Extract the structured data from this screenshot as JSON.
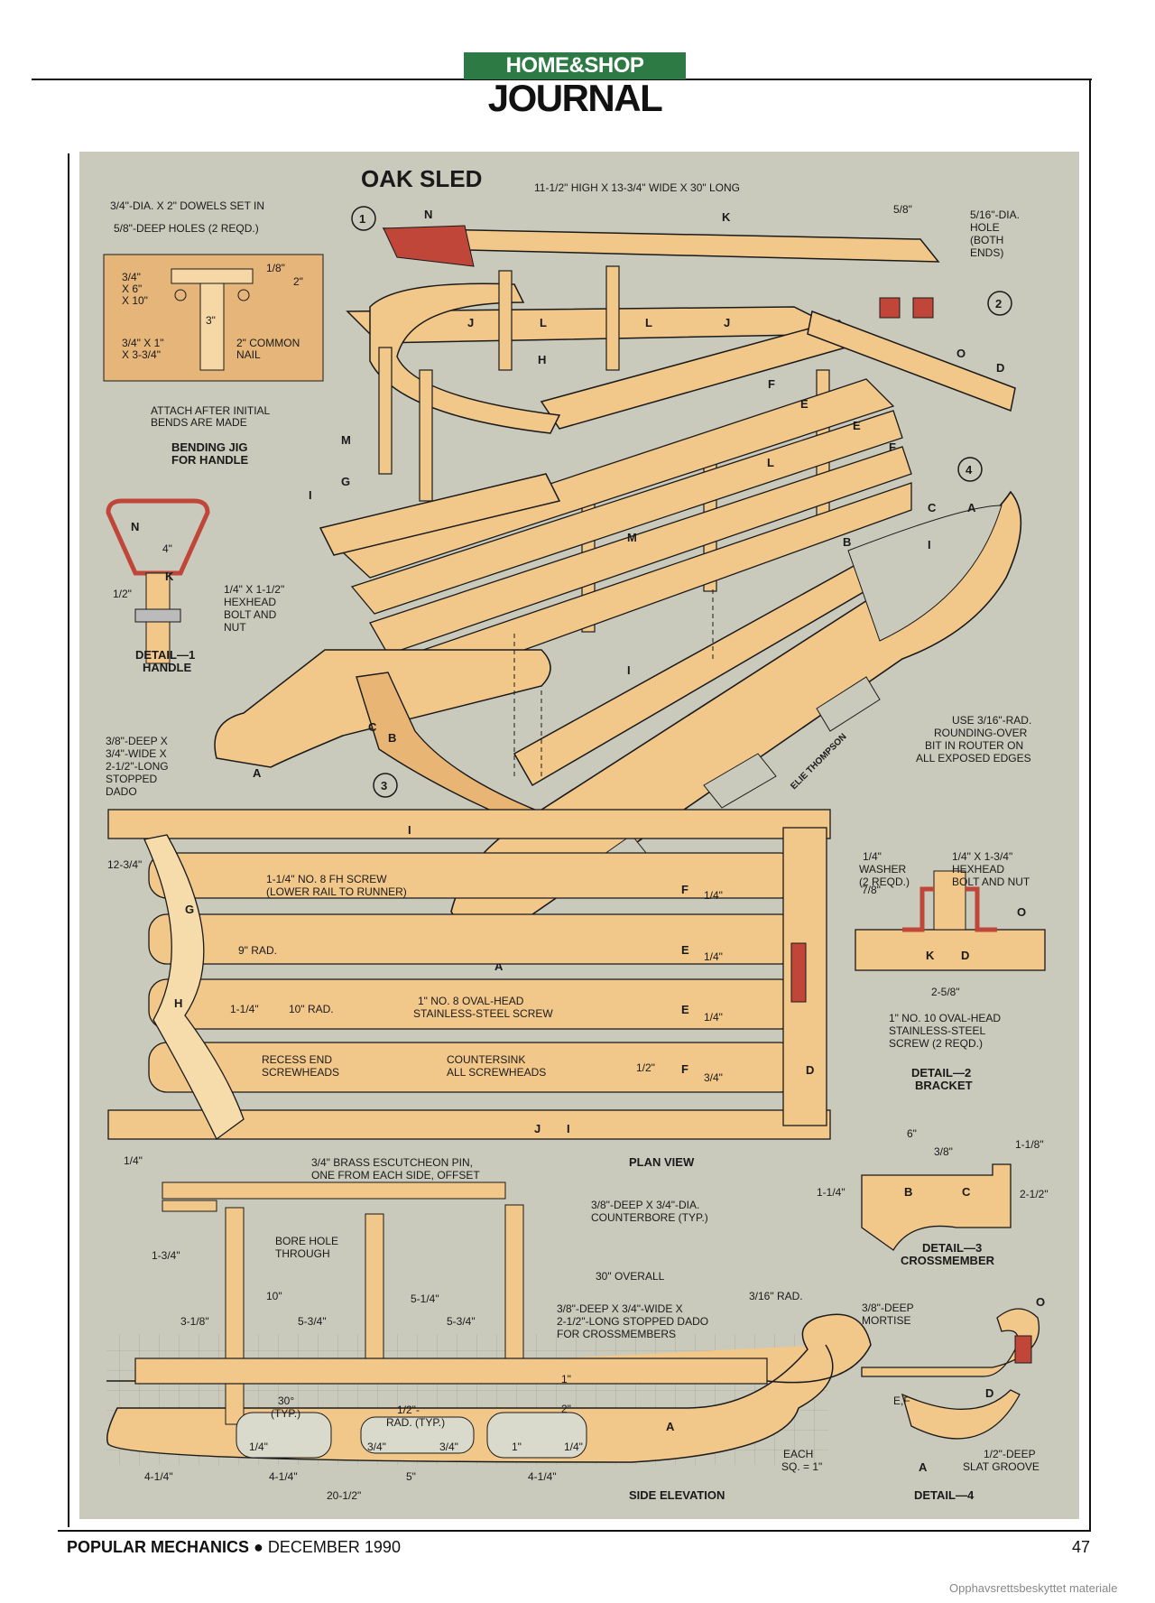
{
  "header": {
    "brand_top": "HOME&SHOP",
    "brand_bottom": "JOURNAL"
  },
  "plate": {
    "title": "OAK SLED",
    "dimensions": "11-1/2\" HIGH X 13-3/4\" WIDE X 30\" LONG",
    "artist": "ELIE THOMPSON"
  },
  "callouts": {
    "c1": "1",
    "c2": "2",
    "c3": "3",
    "c4": "4"
  },
  "notes": {
    "dowels": "3/4\"-DIA. X 2\" DOWELS SET IN",
    "dowels2": "5/8\"-DEEP HOLES (2 REQD.)",
    "hole": "5/16\"-DIA.",
    "hole2": "HOLE",
    "hole3": "(BOTH",
    "hole4": "ENDS)",
    "hole_off": "5/8\"",
    "attach": "ATTACH AFTER INITIAL",
    "attach2": "BENDS ARE MADE",
    "jig_title": "BENDING JIG",
    "jig_title2": "FOR HANDLE",
    "jig_a": "3/4\"",
    "jig_a2": "X 6\"",
    "jig_a3": "X 10\"",
    "jig_b": "3/4\" X 1\"",
    "jig_b2": "X 3-3/4\"",
    "jig_18": "1/8\"",
    "jig_2": "2\"",
    "jig_3": "3\"",
    "jig_nail": "2\" COMMON",
    "jig_nail2": "NAIL",
    "d1_4": "4\"",
    "d1_12": "1/2\"",
    "d1_bolt": "1/4\" X 1-1/2\"",
    "d1_bolt2": "HEXHEAD",
    "d1_bolt3": "BOLT AND",
    "d1_bolt4": "NUT",
    "d1_title": "DETAIL—1",
    "d1_title2": "HANDLE",
    "dado": "3/8\"-DEEP X",
    "dado2": "3/4\"-WIDE X",
    "dado3": "2-1/2\"-LONG",
    "dado4": "STOPPED",
    "dado5": "DADO",
    "router": "USE 3/16\"-RAD.",
    "router2": "ROUNDING-OVER",
    "router3": "BIT IN ROUTER ON",
    "router4": "ALL EXPOSED EDGES",
    "d2_washer": "1/4\"",
    "d2_washer2": "WASHER",
    "d2_washer3": "(2 REQD.)",
    "d2_bolt": "1/4\" X 1-3/4\"",
    "d2_bolt2": "HEXHEAD",
    "d2_bolt3": "BOLT AND NUT",
    "d2_78": "7/8\"",
    "d2_258": "2-5/8\"",
    "d2_screw": "1\" NO. 10 OVAL-HEAD",
    "d2_screw2": "STAINLESS-STEEL",
    "d2_screw3": "SCREW (2 REQD.)",
    "d2_title": "DETAIL—2",
    "d2_title2": "BRACKET",
    "pv_1234": "12-3/4\"",
    "pv_fh": "1-1/4\" NO. 8 FH SCREW",
    "pv_fh2": "(LOWER RAIL TO RUNNER)",
    "pv_9rad": "9\" RAD.",
    "pv_114": "1-1/4\"",
    "pv_10rad": "10\" RAD.",
    "pv_oval": "1\" NO. 8 OVAL-HEAD",
    "pv_oval2": "STAINLESS-STEEL SCREW",
    "pv_recess": "RECESS END",
    "pv_recess2": "SCREWHEADS",
    "pv_csk": "COUNTERSINK",
    "pv_csk2": "ALL SCREWHEADS",
    "pv_14a": "1/4\"",
    "pv_14b": "1/4\"",
    "pv_14c": "1/4\"",
    "pv_12": "1/2\"",
    "pv_34": "3/4\"",
    "pv_14d": "1/4\"",
    "pv_pin": "3/4\" BRASS ESCUTCHEON PIN,",
    "pv_pin2": "ONE FROM EACH SIDE, OFFSET",
    "pv_title": "PLAN VIEW",
    "d3_6": "6\"",
    "d3_38": "3/8\"",
    "d3_118": "1-1/8\"",
    "d3_114": "1-1/4\"",
    "d3_212": "2-1/2\"",
    "d3_title": "DETAIL—3",
    "d3_title2": "CROSSMEMBER",
    "se_cb": "3/8\"-DEEP X 3/4\"-DIA.",
    "se_cb2": "COUNTERBORE (TYP.)",
    "se_bore": "BORE HOLE",
    "se_bore2": "THROUGH",
    "se_134": "1-3/4\"",
    "se_30": "30\" OVERALL",
    "se_10": "10\"",
    "se_514": "5-1/4\"",
    "se_318": "3-1/8\"",
    "se_534a": "5-3/4\"",
    "se_534b": "5-3/4\"",
    "se_dado": "3/8\"-DEEP X 3/4\"-WIDE X",
    "se_dado2": "2-1/2\"-LONG STOPPED DADO",
    "se_dado3": "FOR CROSSMEMBERS",
    "se_316": "3/16\" RAD.",
    "se_mortise": "3/8\"-DEEP",
    "se_mortise2": "MORTISE",
    "se_30deg": "30°",
    "se_30deg2": "(TYP.)",
    "se_12rad": "1/2\"-",
    "se_12rad2": "RAD. (TYP.)",
    "se_1": "1\"",
    "se_2": "2\"",
    "se_14a": "1/4\"",
    "se_34a": "3/4\"",
    "se_34b": "3/4\"",
    "se_1b": "1\"",
    "se_14b": "1/4\"",
    "se_414a": "4-1/4\"",
    "se_414b": "4-1/4\"",
    "se_5": "5\"",
    "se_414c": "4-1/4\"",
    "se_2012": "20-1/2\"",
    "se_each": "EACH",
    "se_each2": "SQ. = 1\"",
    "se_title": "SIDE ELEVATION",
    "d4_ef": "E,F",
    "d4_groove": "1/2\"-DEEP",
    "d4_groove2": "SLAT GROOVE",
    "d4_title": "DETAIL—4"
  },
  "parts": [
    "A",
    "B",
    "C",
    "D",
    "E",
    "F",
    "G",
    "H",
    "I",
    "J",
    "K",
    "L",
    "M",
    "N",
    "O"
  ],
  "footer": {
    "publication": "POPULAR MECHANICS",
    "date": "DECEMBER 1990",
    "page": "47",
    "copyright": "Opphavsrettsbeskyttet materiale"
  },
  "colors": {
    "plate": "#c9c9bc",
    "wood": "#f2c78a",
    "wood_dark": "#d99a57",
    "metal": "#c0463a",
    "brand_green": "#2d7a44"
  }
}
